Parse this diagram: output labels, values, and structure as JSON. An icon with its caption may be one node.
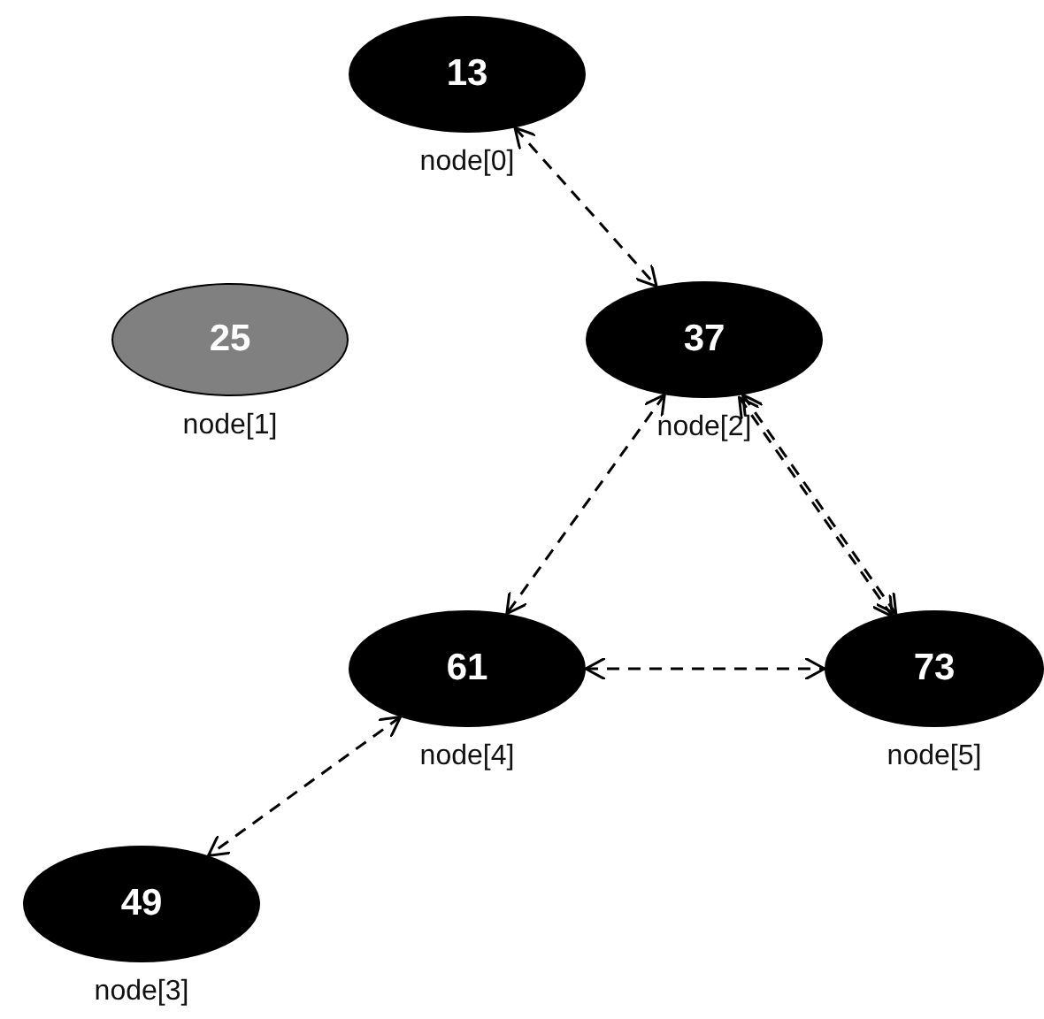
{
  "diagram": {
    "nodes": [
      {
        "text": [
          "13"
        ],
        "beside": [
          "node[0]"
        ]
      },
      {
        "text": [
          "25"
        ],
        "beside": [
          "node[1]"
        ]
      },
      {
        "text": [
          "37"
        ],
        "beside": [
          "node[2]"
        ]
      },
      {
        "text": [
          "49"
        ],
        "beside": [
          "node[3]"
        ]
      },
      {
        "text": [
          "61"
        ],
        "beside": [
          "node[4]"
        ]
      },
      {
        "text": [
          "73"
        ],
        "beside": [
          "node[5]"
        ]
      }
    ],
    "edges": [
      {
        "from": 0,
        "to": 2,
        "arrow": "both",
        "style": "dashed"
      },
      {
        "from": 2,
        "to": 4,
        "arrow": "both",
        "style": "dashed"
      },
      {
        "from": 2,
        "to": 5,
        "arrow": "both",
        "style": "dashed"
      },
      {
        "from": 5,
        "to": 2,
        "arrow": "both",
        "style": "dashed"
      },
      {
        "from": 4,
        "to": 5,
        "arrow": "both",
        "style": "dashed"
      },
      {
        "from": 4,
        "to": 3,
        "arrow": "both",
        "style": "dashed"
      }
    ]
  }
}
